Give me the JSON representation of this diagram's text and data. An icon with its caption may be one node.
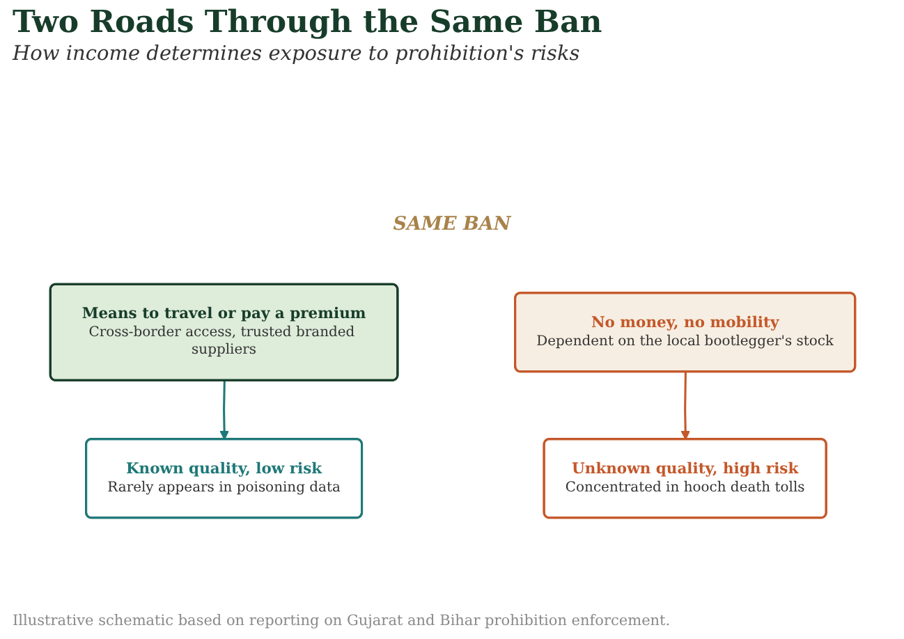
{
  "diagram": {
    "title": "Two Roads Through the Same Ban",
    "caption": "Illustrative schematic based on reporting on Gujarat and Bihar prohibition enforcement.",
    "nodes": [
      {
        "text": [
          "Means to travel or pay a premium",
          "Cross-border access, trusted branded suppliers"
        ]
      },
      {
        "text": [
          "No money, no mobility",
          "Dependent on the local bootlegger's stock"
        ]
      },
      {
        "text": [
          "Known quality, low risk",
          "Rarely appears in poisoning data"
        ]
      },
      {
        "text": [
          "Unknown quality, high risk",
          "Concentrated in hooch death tolls"
        ]
      }
    ],
    "edges": [
      {
        "from": 0,
        "to": 2,
        "arrow": "to",
        "color": "#1f7878"
      },
      {
        "from": 1,
        "to": 3,
        "arrow": "to",
        "color": "#c4582a"
      }
    ],
    "labels": [
      "How income determines exposure to prohibition's risks",
      "SAME BAN"
    ]
  }
}
